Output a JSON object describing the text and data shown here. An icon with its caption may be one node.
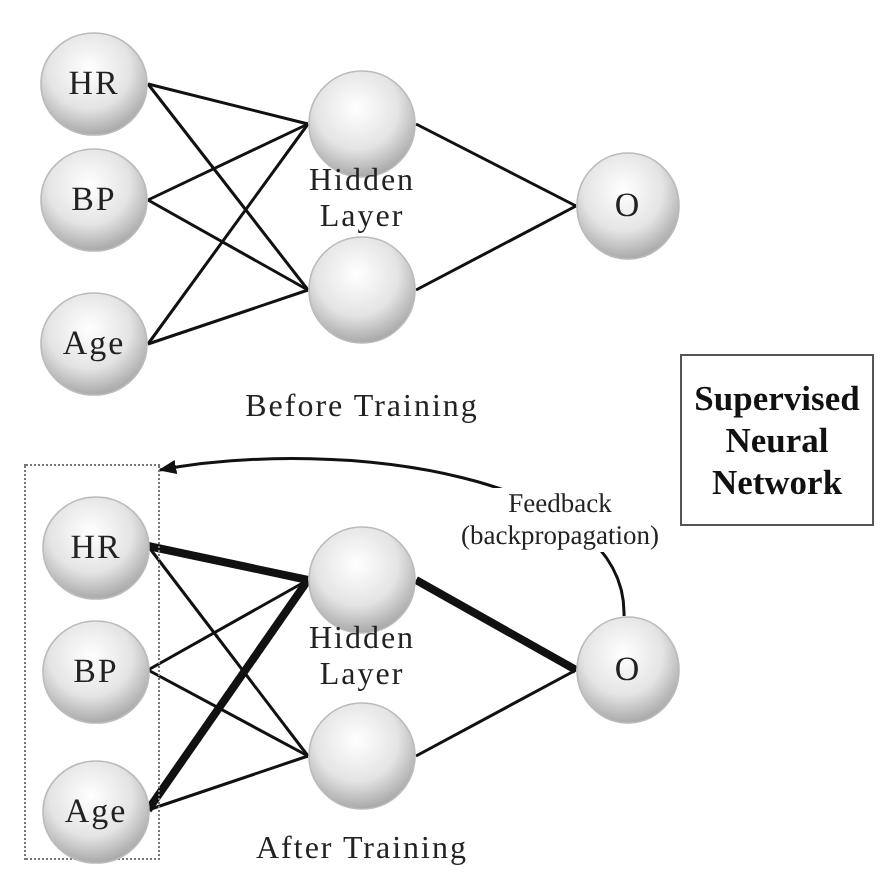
{
  "diagram": {
    "nodes": [
      {
        "text": [
          "HR"
        ]
      },
      {
        "text": [
          "BP"
        ]
      },
      {
        "text": [
          "Age"
        ]
      },
      {
        "text": [],
        "shape": "circle"
      },
      {
        "text": [],
        "shape": "circle"
      },
      {
        "text": [
          "O"
        ]
      },
      {
        "text": [],
        "shape": "box"
      },
      {
        "text": [
          "HR"
        ],
        "in": 6
      },
      {
        "text": [
          "BP"
        ],
        "in": 6
      },
      {
        "text": [
          "Age"
        ],
        "in": 6
      },
      {
        "text": [],
        "shape": "circle"
      },
      {
        "text": [],
        "shape": "circle"
      },
      {
        "text": [
          "O"
        ]
      },
      {
        "text": [
          "Supervised Neural Network"
        ]
      }
    ],
    "edges": [
      {
        "from": 0,
        "to": 3,
        "arrow": "none"
      },
      {
        "from": 0,
        "to": 4,
        "arrow": "none"
      },
      {
        "from": 1,
        "to": 3,
        "arrow": "none"
      },
      {
        "from": 1,
        "to": 4,
        "arrow": "none"
      },
      {
        "from": 2,
        "to": 3,
        "arrow": "none"
      },
      {
        "from": 2,
        "to": 4,
        "arrow": "none"
      },
      {
        "from": 3,
        "to": 5,
        "arrow": "none"
      },
      {
        "from": 4,
        "to": 5,
        "arrow": "none"
      },
      {
        "from": 7,
        "to": 10,
        "arrow": "none",
        "style": "thick"
      },
      {
        "from": 7,
        "to": 11,
        "arrow": "none"
      },
      {
        "from": 8,
        "to": 10,
        "arrow": "none"
      },
      {
        "from": 8,
        "to": 11,
        "arrow": "none"
      },
      {
        "from": 9,
        "to": 10,
        "arrow": "none",
        "style": "thick"
      },
      {
        "from": 9,
        "to": 11,
        "arrow": "none"
      },
      {
        "from": 10,
        "to": 12,
        "arrow": "none",
        "style": "thick"
      },
      {
        "from": 11,
        "to": 12,
        "arrow": "none"
      },
      {
        "from": 12,
        "to": 6,
        "arrow": "to",
        "label": "Feedback (backpropagation)"
      }
    ],
    "labels": [
      "Hidden Layer",
      "Before Training",
      "Hidden Layer",
      "After Training"
    ]
  }
}
